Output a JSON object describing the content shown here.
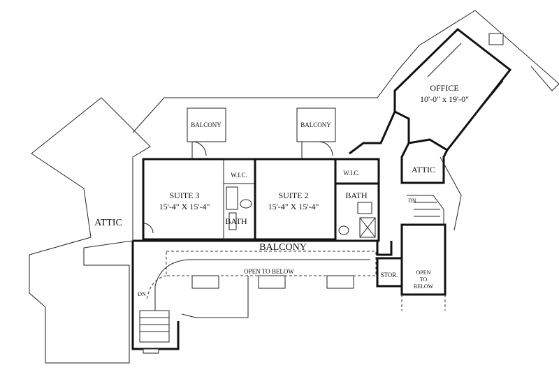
{
  "labels": {
    "attic_left": "ATTIC",
    "attic_right": "ATTIC",
    "suite3_name": "SUITE 3",
    "suite3_dims": "15'-4\" X 15'-4\"",
    "suite2_name": "SUITE 2",
    "suite2_dims": "15'-4\" X 15'-4\"",
    "office_name": "OFFICE",
    "office_dims": "10'-0\" x 19'-0\"",
    "balcony_suite3": "BALCONY",
    "balcony_suite2": "BALCONY",
    "balcony_main": "BALCONY",
    "wic_suite3": "W.I.C.",
    "wic_suite2": "W.I.C.",
    "bath_suite3": "BATH",
    "bath_suite2": "BATH",
    "open_to_below_main": "OPEN TO BELOW",
    "stor": "STOR.",
    "open_line1": "OPEN",
    "open_line2": "TO",
    "open_line3": "BELOW",
    "dn_left": "DN",
    "dn_right": "DN"
  }
}
